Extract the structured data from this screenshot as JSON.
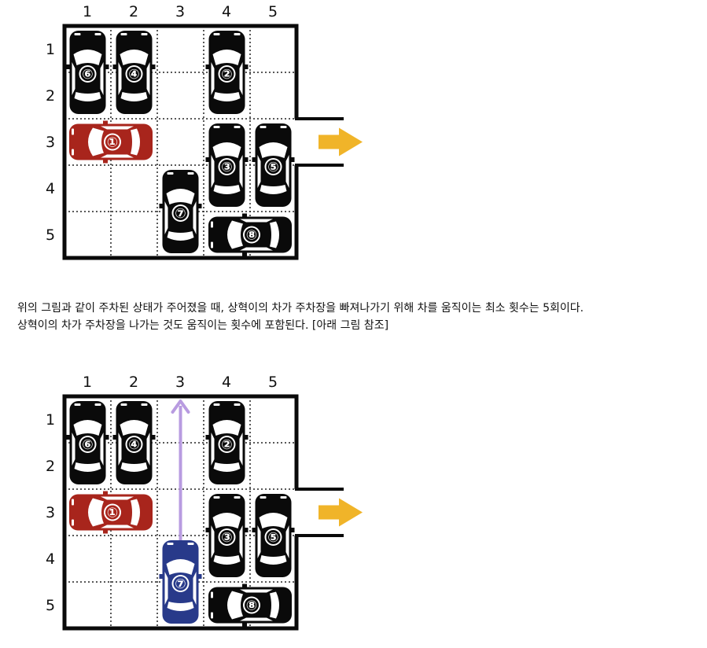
{
  "column_labels": [
    "1",
    "2",
    "3",
    "4",
    "5"
  ],
  "row_labels": [
    "1",
    "2",
    "3",
    "4",
    "5"
  ],
  "caption": {
    "line1": "위의 그림과 같이 주차된 상태가 주어졌을 때, 상혁이의 차가 주차장을 빠져나가기 위해 차를 움직이는 최소 횟수는 5회이다.",
    "line2": "상혁이의 차가 주차장을 나가는 것도 움직이는 횟수에 포함된다. [아래 그림 참조]"
  },
  "colors": {
    "target_car": "#a8251c",
    "normal_car": "#0a0a0a",
    "moved_car": "#283a8a",
    "exit_arrow": "#f0b429",
    "move_arrow": "#b89be0",
    "wall": "#0a0a0a",
    "grid": "#222222"
  },
  "boards": [
    {
      "cars": [
        {
          "num": "①",
          "col": 1,
          "row": 3,
          "len": 2,
          "orient": "horizontal",
          "color": "target"
        },
        {
          "num": "②",
          "col": 4,
          "row": 1,
          "len": 2,
          "orient": "vertical",
          "color": "normal"
        },
        {
          "num": "③",
          "col": 4,
          "row": 3,
          "len": 2,
          "orient": "vertical",
          "color": "normal"
        },
        {
          "num": "④",
          "col": 2,
          "row": 1,
          "len": 2,
          "orient": "vertical",
          "color": "normal"
        },
        {
          "num": "⑤",
          "col": 5,
          "row": 3,
          "len": 2,
          "orient": "vertical",
          "color": "normal"
        },
        {
          "num": "⑥",
          "col": 1,
          "row": 1,
          "len": 2,
          "orient": "vertical",
          "color": "normal"
        },
        {
          "num": "⑦",
          "col": 3,
          "row": 4,
          "len": 2,
          "orient": "vertical",
          "color": "normal"
        },
        {
          "num": "⑧",
          "col": 4,
          "row": 5,
          "len": 2,
          "orient": "horizontal",
          "color": "normal"
        }
      ],
      "move_arrow": null
    },
    {
      "cars": [
        {
          "num": "①",
          "col": 1,
          "row": 3,
          "len": 2,
          "orient": "horizontal",
          "color": "target"
        },
        {
          "num": "②",
          "col": 4,
          "row": 1,
          "len": 2,
          "orient": "vertical",
          "color": "normal"
        },
        {
          "num": "③",
          "col": 4,
          "row": 3,
          "len": 2,
          "orient": "vertical",
          "color": "normal"
        },
        {
          "num": "④",
          "col": 2,
          "row": 1,
          "len": 2,
          "orient": "vertical",
          "color": "normal"
        },
        {
          "num": "⑤",
          "col": 5,
          "row": 3,
          "len": 2,
          "orient": "vertical",
          "color": "normal"
        },
        {
          "num": "⑥",
          "col": 1,
          "row": 1,
          "len": 2,
          "orient": "vertical",
          "color": "normal"
        },
        {
          "num": "⑦",
          "col": 3,
          "row": 4,
          "len": 2,
          "orient": "vertical",
          "color": "moved"
        },
        {
          "num": "⑧",
          "col": 4,
          "row": 5,
          "len": 2,
          "orient": "horizontal",
          "color": "normal"
        }
      ],
      "move_arrow": {
        "col": 3,
        "from_row": 4,
        "to_row": 1,
        "direction": "up"
      }
    }
  ]
}
